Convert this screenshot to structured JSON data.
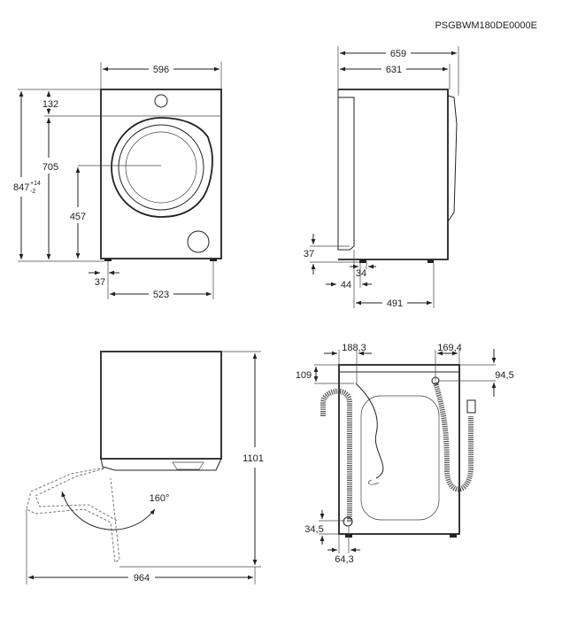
{
  "model_code": "PSGBWM180DE0000E",
  "front_view": {
    "width": "596",
    "top_panel": "132",
    "door_top": "705",
    "height": "847",
    "height_tol_plus": "+14",
    "height_tol_minus": "-2",
    "door_center": "457",
    "foot_offset": "37",
    "foot_span": "523"
  },
  "side_view": {
    "depth_total": "659",
    "depth_body": "631",
    "foot_height": "37",
    "foot_offset": "34",
    "foot_setback": "44",
    "foot_span": "491"
  },
  "door_open_view": {
    "depth_open": "1101",
    "width_open": "964",
    "angle": "160°"
  },
  "rear_view": {
    "inlet_offset": "188,3",
    "drain_offset": "169,4",
    "top_band": "109",
    "drain_top": "94,5",
    "drain_bottom": "34,5",
    "drain_side": "64,3"
  }
}
